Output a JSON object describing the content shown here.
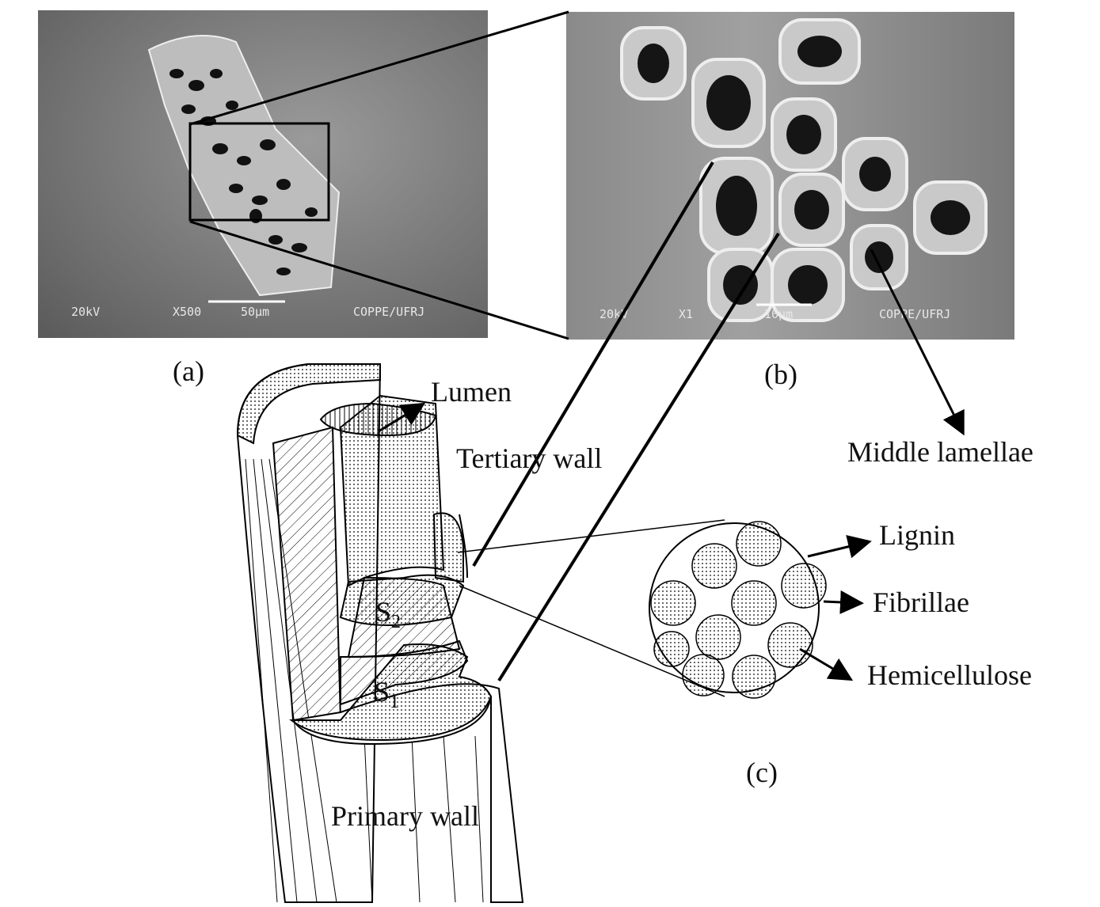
{
  "panels": {
    "a": {
      "label": "(a)",
      "sem": {
        "voltage": "20kV",
        "magnification": "X500",
        "scale": "50µm",
        "lab": "COPPE/UFRJ"
      }
    },
    "b": {
      "label": "(b)",
      "sem": {
        "voltage": "20kV",
        "magnification": "X1",
        "scale": "10µm",
        "lab": "COPPE/UFRJ"
      }
    },
    "c": {
      "label": "(c)"
    }
  },
  "annotations": {
    "lumen": "Lumen",
    "tertiary_wall": "Tertiary wall",
    "middle_lamellae": "Middle lamellae",
    "lignin": "Lignin",
    "fibrillae": "Fibrillae",
    "hemicellulose": "Hemicellulose",
    "s2": "S",
    "s2_sub": "2",
    "s1": "S",
    "s1_sub": "1",
    "primary_wall": "Primary wall"
  },
  "colors": {
    "sem_background": "#7a7a7a",
    "line": "#000000"
  }
}
